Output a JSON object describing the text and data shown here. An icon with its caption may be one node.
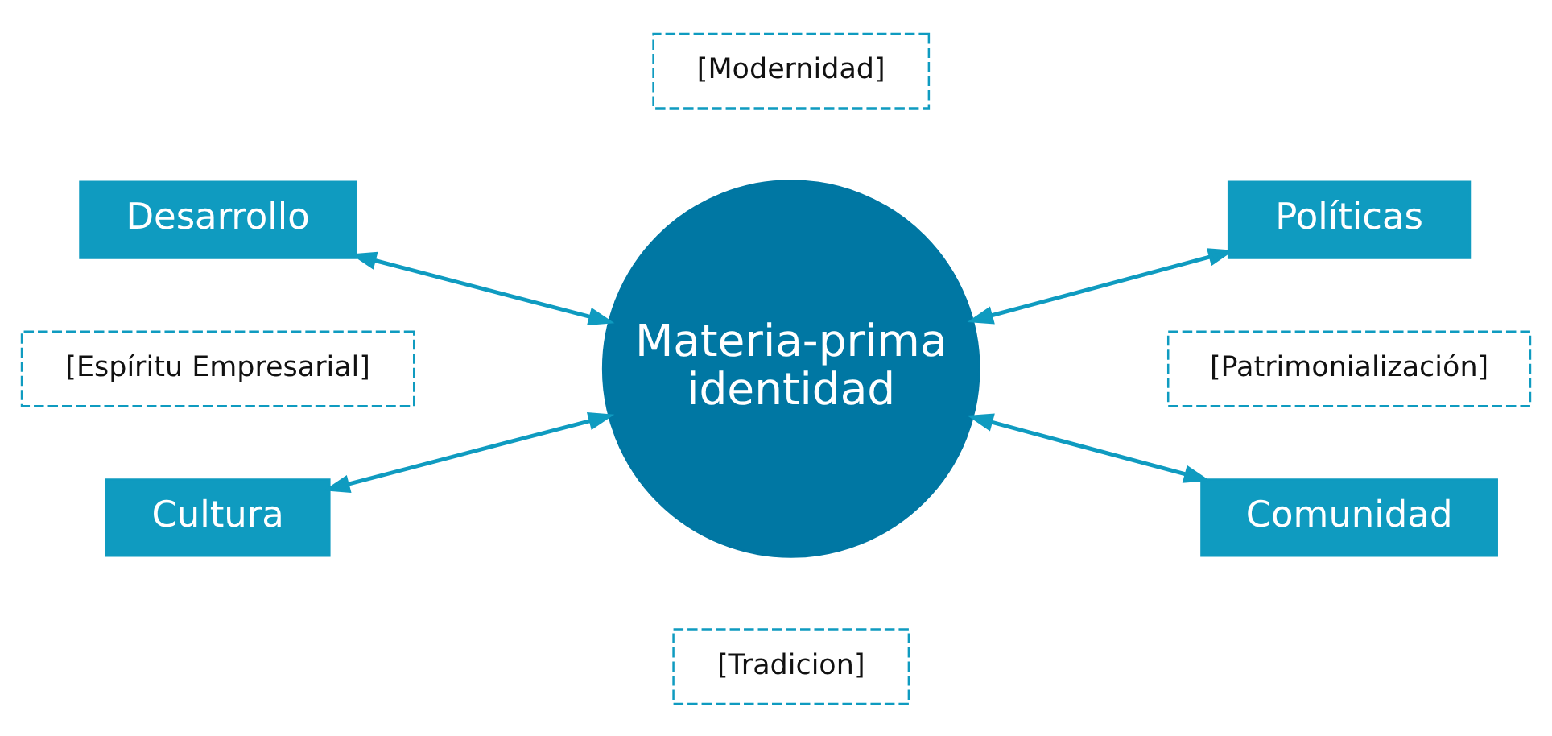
{
  "diagram": {
    "nodes": [
      {
        "text": [
          "[Modernidad]"
        ]
      },
      {
        "text": [
          "Desarrollo"
        ]
      },
      {
        "text": [
          "Materia-prima identidad"
        ]
      },
      {
        "text": [
          "Políticas"
        ]
      },
      {
        "text": [
          "[Espíritu Empresarial]"
        ]
      },
      {
        "text": [
          "[Patrimonialización]"
        ]
      },
      {
        "text": [
          "Cultura"
        ]
      },
      {
        "text": [
          "Comunidad"
        ]
      },
      {
        "text": [
          "[Tradicion]"
        ]
      }
    ],
    "edges": [
      {
        "from": 1,
        "to": 2,
        "arrow": "both"
      },
      {
        "from": 2,
        "to": 3,
        "arrow": "both"
      },
      {
        "from": 6,
        "to": 2,
        "arrow": "both"
      },
      {
        "from": 2,
        "to": 7,
        "arrow": "both"
      }
    ]
  }
}
